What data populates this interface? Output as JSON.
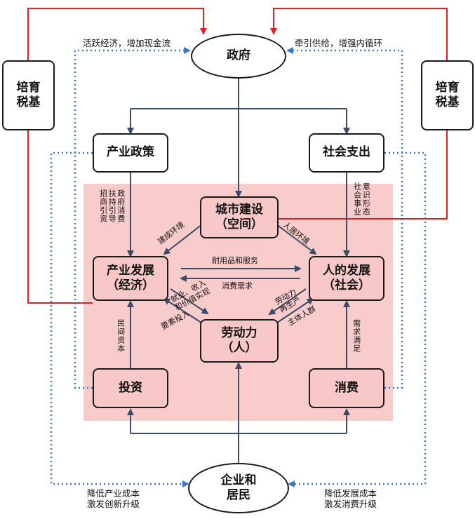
{
  "nodes": {
    "government": "政府",
    "tax_left": "培育\n税基",
    "tax_right": "培育\n税基",
    "industry_policy": "产业政策",
    "social_spending": "社会支出",
    "urban_construction": "城市建设\n（空间）",
    "industry_development": "产业发展\n（经济）",
    "human_development": "人的发展\n（社会）",
    "labor": "劳动力\n（人）",
    "investment": "投资",
    "consumption": "消费",
    "enterprises_residents": "企业和\n居民"
  },
  "labels": {
    "activate_economy": "活跃经济，增加现金流",
    "pull_supply": "牵引供给，增强内循环",
    "gov_guide_left": "政府消费\n扶持引导\n招商引资",
    "ideology": "意识形态\n社会事业",
    "build_env": "建成环境",
    "living_env": "人居环境",
    "durable_goods": "耐用品和服务",
    "consumer_demand": "消费需求",
    "employment_income": "就业、收入\n和价值实现",
    "factor_input": "要素投入",
    "labor_reproduction": "劳动力\n再生产",
    "main_body": "主体人群",
    "private_capital": "民间资本",
    "demand_satisfied": "需求满足",
    "lower_industry_cost": "降低产业成本\n激发创新升级",
    "lower_dev_cost": "降低发展成本\n激发消费升级"
  },
  "colors": {
    "red_line": "#e02020",
    "blue_dotted": "#3a78c8",
    "dark_arrow": "#3b4a66",
    "pink_zone": "#f8c8c8"
  }
}
